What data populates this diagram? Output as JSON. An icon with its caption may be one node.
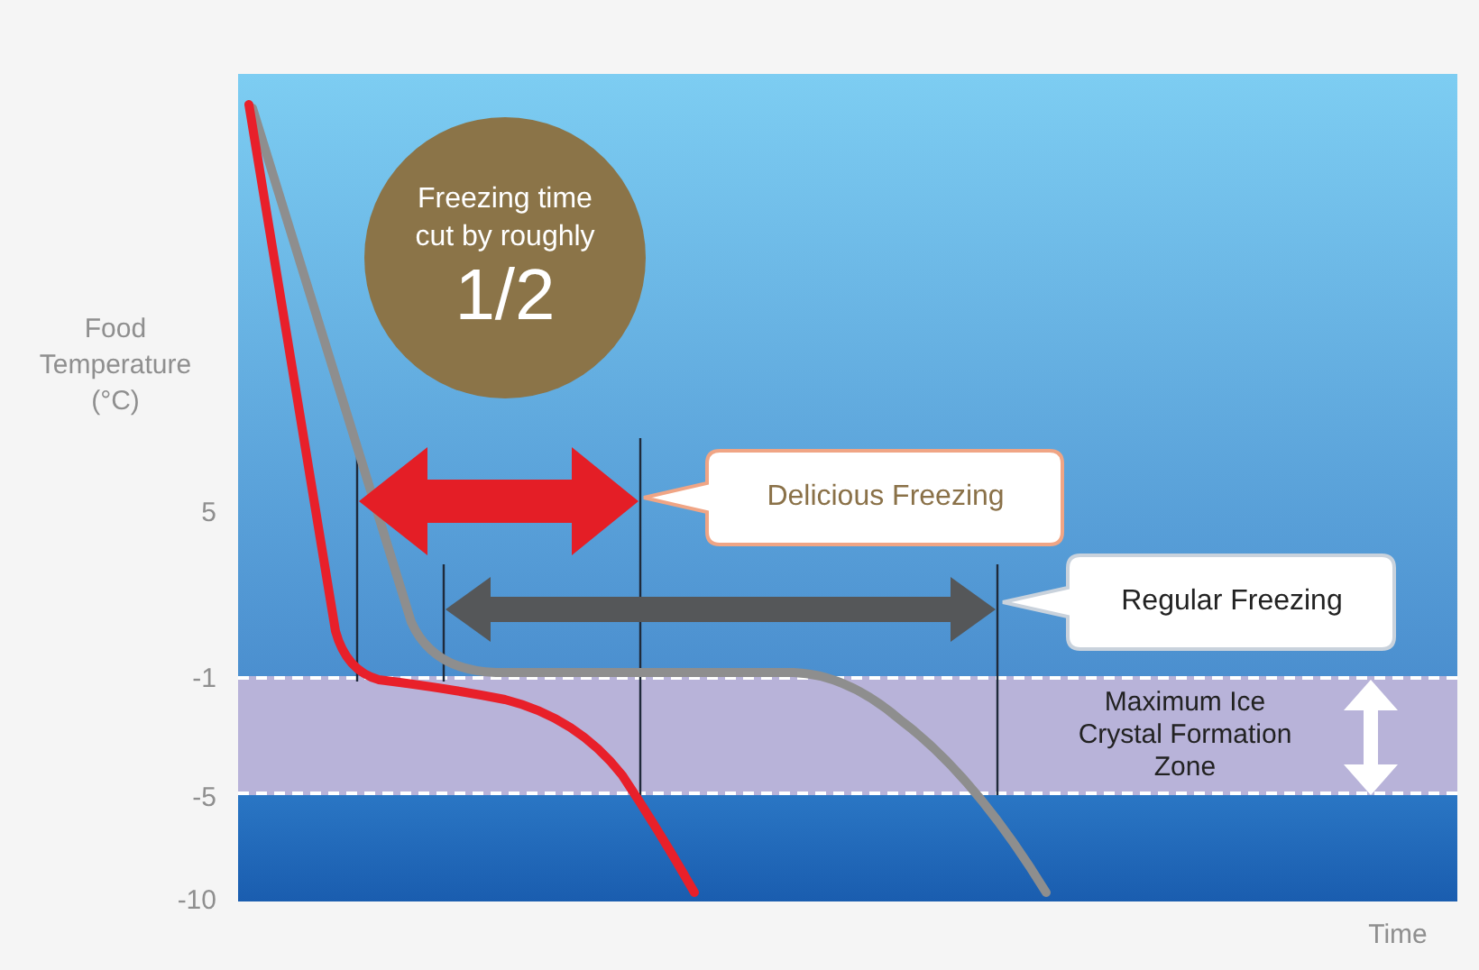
{
  "diagram": {
    "nodes": [
      {
        "text": [
          "Freezing time cut by roughly",
          "1/2"
        ]
      },
      {
        "text": [
          "Delicious Freezing"
        ]
      },
      {
        "text": [
          "Regular Freezing"
        ]
      },
      {
        "text": [
          "Maximum Ice Crystal Formation Zone"
        ]
      }
    ],
    "labels": [
      "Food Temperature (°C)",
      "5",
      "-1",
      "-5",
      "-10",
      "Time"
    ]
  }
}
